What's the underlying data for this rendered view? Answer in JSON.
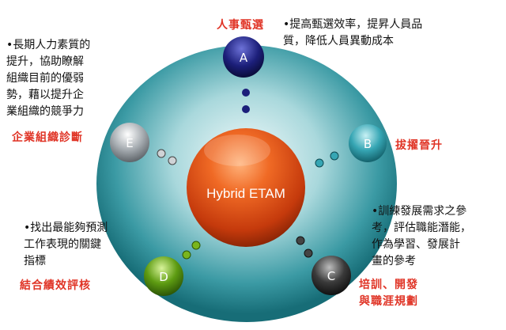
{
  "center": {
    "label": "Hybrid ETAM"
  },
  "nodes": {
    "a": {
      "letter": "A",
      "title": "人事甄選",
      "text": "•提高甄選效率，提昇人員品\n質，降低人員異動成本"
    },
    "b": {
      "letter": "B",
      "title": "拔擢晉升"
    },
    "c": {
      "letter": "C",
      "title": "培訓、開發\n與職涯規劃",
      "text": "•訓練發展需求之參\n考，評估職能潛能，\n作為學習、發展計\n畫的參考"
    },
    "d": {
      "letter": "D",
      "title": "結合績效評核",
      "text": "•找出最能夠預測\n工作表現的關鍵\n指標"
    },
    "e": {
      "letter": "E",
      "title": "企業組織診斷",
      "text": "•長期人力素質的\n提升，協助瞭解\n組織目前的優弱\n勢，藉以提升企\n業組織的競爭力"
    }
  },
  "colors": {
    "ring_inner": "#b9dfe3",
    "ring_outer": "#1f7f8a",
    "center": "#e8551e",
    "node_a": "#1c1f7a",
    "node_b": "#36a6b4",
    "node_c": "#3a3a3a",
    "node_d": "#5e9c12",
    "node_e": "#8f969c",
    "title_red": "#e03426"
  }
}
